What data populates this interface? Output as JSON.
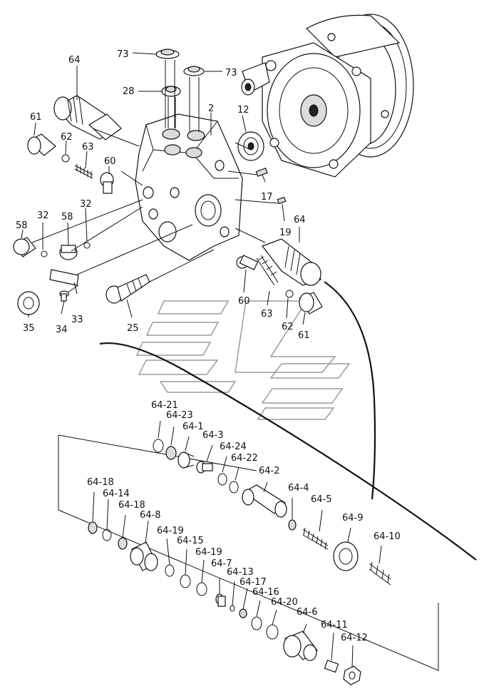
{
  "labels": {
    "l64a": "64",
    "l73a": "73",
    "l73b": "73",
    "l28": "28",
    "l2": "2",
    "l12": "12",
    "l61a": "61",
    "l62a": "62",
    "l63a": "63",
    "l60a": "60",
    "l17": "17",
    "l19": "19",
    "l32a": "32",
    "l32b": "32",
    "l58a": "58",
    "l58b": "58",
    "l64b": "64",
    "l33": "33",
    "l34": "34",
    "l35": "35",
    "l25": "25",
    "l60b": "60",
    "l63b": "63",
    "l62b": "62",
    "l61b": "61",
    "s21": "64-21",
    "s23": "64-23",
    "s1": "64-1",
    "s3": "64-3",
    "s24": "64-24",
    "s22": "64-22",
    "s2": "64-2",
    "s4": "64-4",
    "s5": "64-5",
    "s9": "64-9",
    "s10": "64-10",
    "s18a": "64-18",
    "s14": "64-14",
    "s18b": "64-18",
    "s8": "64-8",
    "s19a": "64-19",
    "s15": "64-15",
    "s19b": "64-19",
    "s7": "64-7",
    "s13": "64-13",
    "s17": "64-17",
    "s16": "64-16",
    "s20": "64-20",
    "s6": "64-6",
    "s11": "64-11",
    "s12": "64-12"
  }
}
